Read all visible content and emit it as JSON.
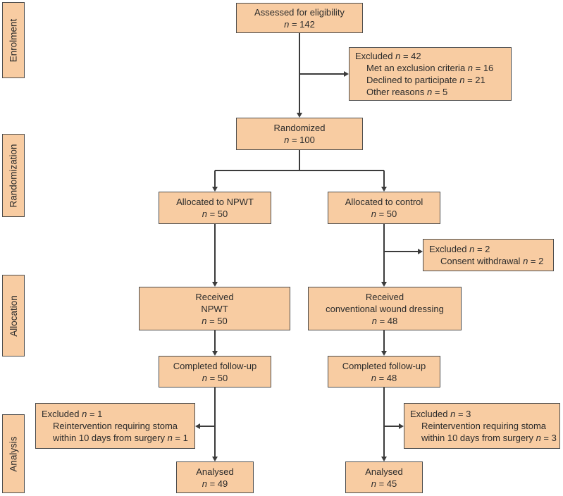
{
  "figure": {
    "type": "consort-flow-diagram",
    "stages": [
      {
        "id": "enrolment",
        "label": "Enrolment"
      },
      {
        "id": "randomization",
        "label": "Randomization"
      },
      {
        "id": "allocation",
        "label": "Allocation"
      },
      {
        "id": "analysis",
        "label": "Analysis"
      }
    ],
    "boxes": [
      {
        "id": "assessed",
        "lines": [
          {
            "text": "Assessed for eligibility"
          },
          {
            "text": "n = 142"
          }
        ]
      },
      {
        "id": "excluded-enrolment",
        "lines": [
          {
            "text": "Excluded n = 42"
          },
          {
            "text": "Met an exclusion criteria n = 16",
            "indent": 1
          },
          {
            "text": "Declined to participate n = 21",
            "indent": 1
          },
          {
            "text": "Other reasons n = 5",
            "indent": 1
          }
        ]
      },
      {
        "id": "randomized",
        "lines": [
          {
            "text": "Randomized"
          },
          {
            "text": "n = 100"
          }
        ]
      },
      {
        "id": "allocated-npwt",
        "lines": [
          {
            "text": "Allocated to NPWT"
          },
          {
            "text": "n = 50"
          }
        ]
      },
      {
        "id": "allocated-control",
        "lines": [
          {
            "text": "Allocated to control"
          },
          {
            "text": "n = 50"
          }
        ]
      },
      {
        "id": "excluded-allocation",
        "lines": [
          {
            "text": "Excluded n = 2"
          },
          {
            "text": "Consent withdrawal n = 2",
            "indent": 1
          }
        ]
      },
      {
        "id": "received-npwt",
        "lines": [
          {
            "text": "Received"
          },
          {
            "text": "NPWT"
          },
          {
            "text": "n = 50"
          }
        ]
      },
      {
        "id": "received-control",
        "lines": [
          {
            "text": "Received"
          },
          {
            "text": "conventional wound dressing"
          },
          {
            "text": "n = 48"
          }
        ]
      },
      {
        "id": "completed-npwt",
        "lines": [
          {
            "text": "Completed follow-up"
          },
          {
            "text": "n = 50"
          }
        ]
      },
      {
        "id": "completed-control",
        "lines": [
          {
            "text": "Completed follow-up"
          },
          {
            "text": "n = 48"
          }
        ]
      },
      {
        "id": "excluded-analysis-npwt",
        "lines": [
          {
            "text": "Excluded n = 1"
          },
          {
            "text": "Reintervention requiring stoma",
            "indent": 1
          },
          {
            "text": "within 10 days from surgery n = 1",
            "indent": 1
          }
        ]
      },
      {
        "id": "excluded-analysis-control",
        "lines": [
          {
            "text": "Excluded n = 3"
          },
          {
            "text": "Reintervention requiring stoma",
            "indent": 1
          },
          {
            "text": "within 10 days from surgery n = 3",
            "indent": 1
          }
        ]
      },
      {
        "id": "analysed-npwt",
        "lines": [
          {
            "text": "Analysed"
          },
          {
            "text": "n = 49"
          }
        ]
      },
      {
        "id": "analysed-control",
        "lines": [
          {
            "text": "Analysed"
          },
          {
            "text": "n = 45"
          }
        ]
      }
    ],
    "colors": {
      "box_fill": "#f8cca2",
      "box_border": "#4c4c4c",
      "connector": "#3b3b3b",
      "text": "#2b2b2b",
      "background": "#ffffff"
    }
  }
}
